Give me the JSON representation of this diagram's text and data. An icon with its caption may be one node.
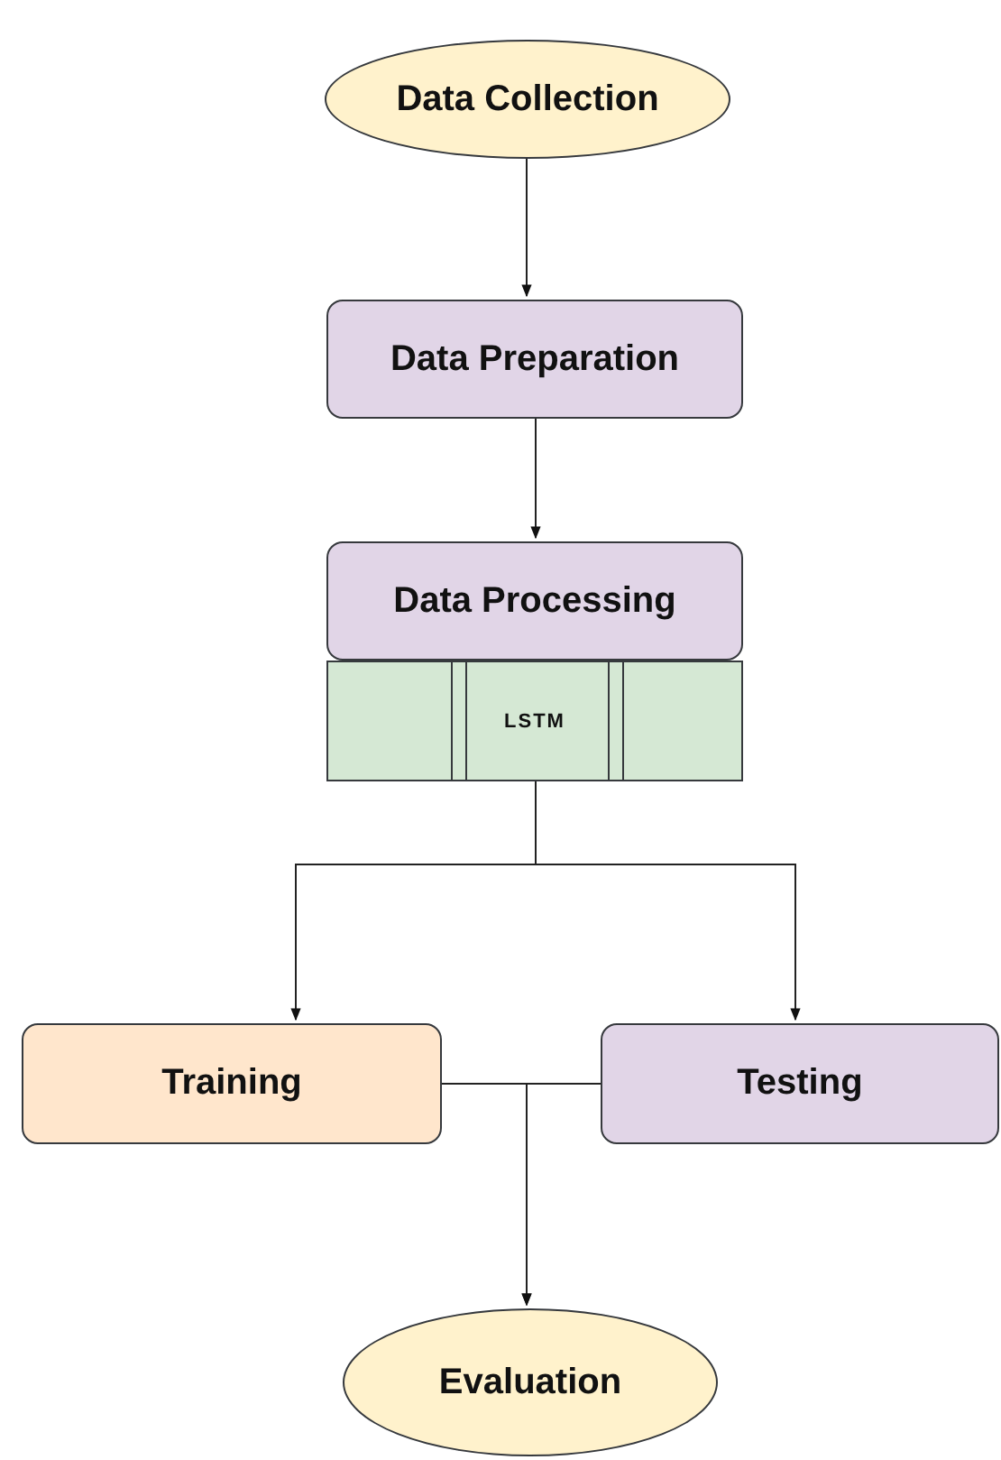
{
  "diagram": {
    "nodes": [
      {
        "text": [
          "Data Collection"
        ]
      },
      {
        "text": [
          "Data Preparation"
        ]
      },
      {
        "text": [
          "Data Processing"
        ]
      },
      {
        "text": [
          "LSTM"
        ]
      },
      {
        "text": [
          "Training"
        ]
      },
      {
        "text": [
          "Testing"
        ]
      },
      {
        "text": [
          "Evaluation"
        ]
      }
    ],
    "edges": [
      {
        "from": 0,
        "to": 1,
        "arrow": "to"
      },
      {
        "from": 1,
        "to": 2,
        "arrow": "to"
      },
      {
        "from": 3,
        "to": 4,
        "arrow": "to"
      },
      {
        "from": 3,
        "to": 5,
        "arrow": "to"
      },
      {
        "from": 4,
        "to": 6,
        "arrow": "to"
      },
      {
        "from": 5,
        "to": 6,
        "arrow": "to"
      }
    ]
  }
}
